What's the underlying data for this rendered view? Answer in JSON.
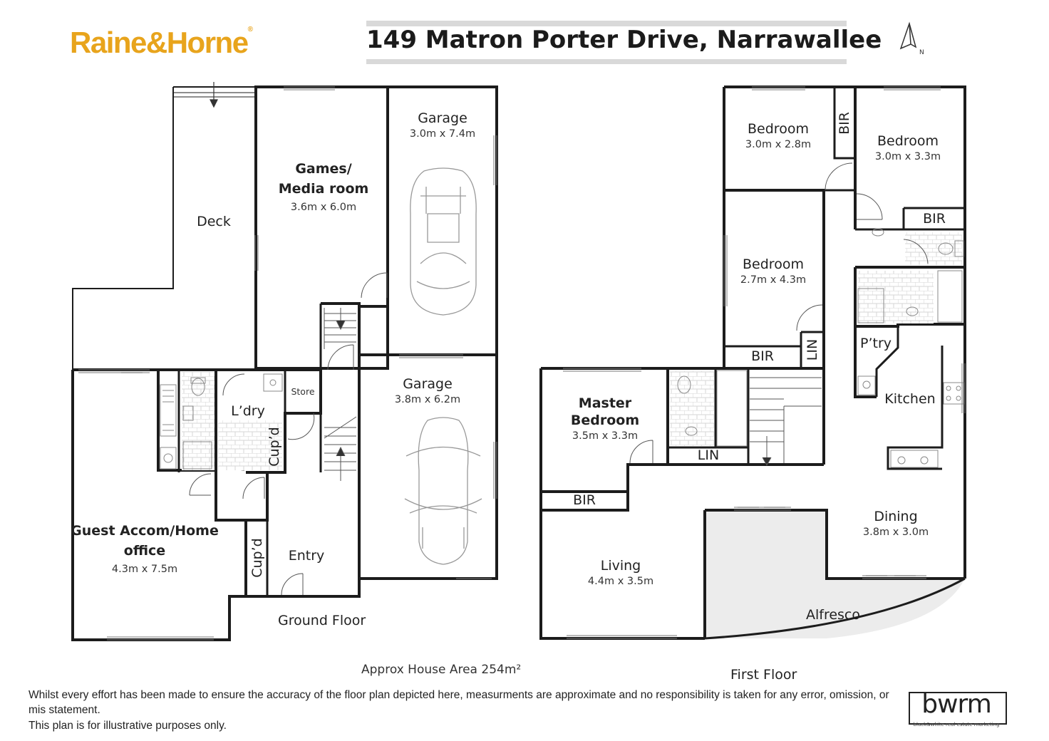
{
  "header": {
    "brand": "Raine&Horne",
    "brand_mark": "®",
    "address": "149 Matron Porter Drive,  Narrawallee"
  },
  "ground_floor": {
    "label": "Ground Floor",
    "rooms": {
      "deck": {
        "name": "Deck"
      },
      "games": {
        "name1": "Games/",
        "name2": "Media room",
        "dims": "3.6m x 6.0m"
      },
      "garage_top": {
        "name": "Garage",
        "dims": "3.0m x 7.4m"
      },
      "garage_bottom": {
        "name": "Garage",
        "dims": "3.8m x 6.2m"
      },
      "laundry": {
        "name": "L’dry"
      },
      "store": {
        "name": "Store"
      },
      "cupd_upper": {
        "name": "Cup’d"
      },
      "cupd_lower": {
        "name": "Cup’d"
      },
      "guest": {
        "name1": "Guest Accom/Home",
        "name2": "office",
        "dims": "4.3m x 7.5m"
      },
      "entry": {
        "name": "Entry"
      }
    }
  },
  "first_floor": {
    "label": "First Floor",
    "rooms": {
      "bed1": {
        "name": "Bedroom",
        "dims": "3.0m x 2.8m"
      },
      "bed2": {
        "name": "Bedroom",
        "dims": "3.0m x 3.3m"
      },
      "bed3": {
        "name": "Bedroom",
        "dims": "2.7m x 4.3m"
      },
      "bir_vertical": {
        "name": "BIR"
      },
      "bir_right": {
        "name": "BIR"
      },
      "bir_bed3": {
        "name": "BIR"
      },
      "lin_vertical": {
        "name": "LIN"
      },
      "pantry": {
        "name": "P’try"
      },
      "kitchen": {
        "name": "Kitchen"
      },
      "master": {
        "name1": "Master",
        "name2": "Bedroom",
        "dims": "3.5m x 3.3m"
      },
      "lin_master": {
        "name": "LIN"
      },
      "bir_master": {
        "name": "BIR"
      },
      "dining": {
        "name": "Dining",
        "dims": "3.8m x 3.0m"
      },
      "living": {
        "name": "Living",
        "dims": "4.4m x 3.5m"
      },
      "alfresco": {
        "name": "Alfresco"
      }
    }
  },
  "footer": {
    "area": "Approx House Area 254m²",
    "disclaimer_line1": "Whilst every effort has been made to ensure the accuracy of the floor plan depicted here, measurments are approximate and no responsibility is taken for any error, omission, or mis statement.",
    "disclaimer_line2": "This plan is for illustrative purposes only.",
    "agency_logo": "bwrm",
    "agency_tagline": "black&white real estate marketing"
  },
  "colors": {
    "brand": "#e8a41c",
    "wall": "#1c1c1c",
    "fixture": "#9a9a9a",
    "alfresco_fill": "#ececec"
  },
  "compass": {
    "north_label": "N"
  }
}
